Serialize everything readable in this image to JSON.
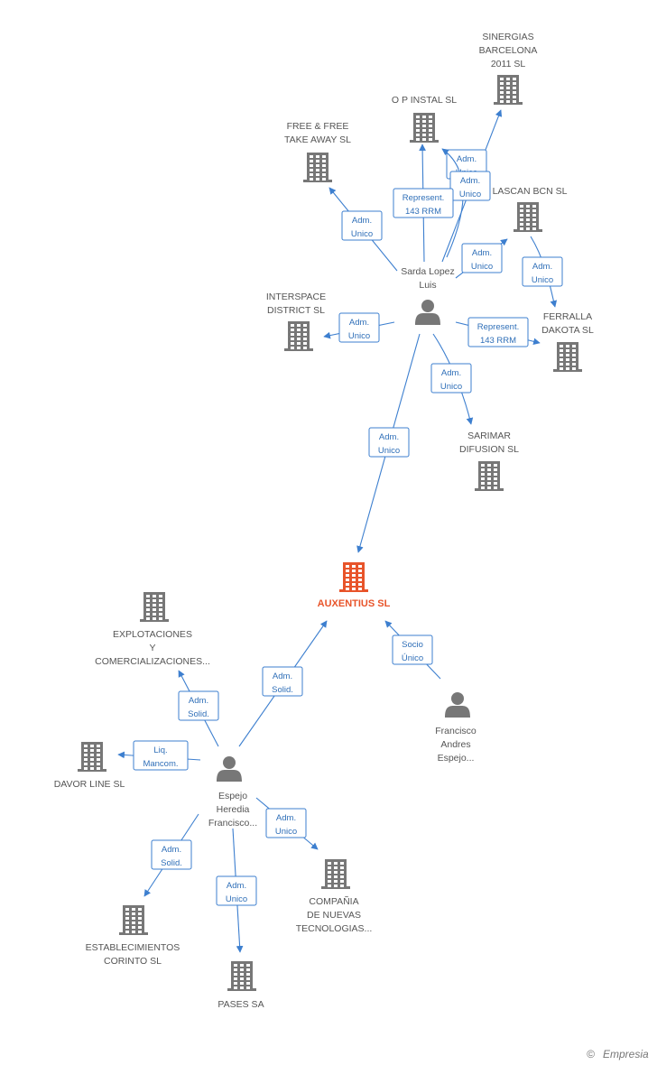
{
  "colors": {
    "company": "#777777",
    "focus": "#e8542a",
    "person": "#777777",
    "edge": "#3d7fcf"
  },
  "nodes": [
    {
      "id": "sinergias",
      "type": "company",
      "label_lines": [
        "SINERGIAS",
        "BARCELONA",
        "2011 SL"
      ]
    },
    {
      "id": "opinstal",
      "type": "company",
      "label_lines": [
        "O P INSTAL SL"
      ]
    },
    {
      "id": "freefree",
      "type": "company",
      "label_lines": [
        "FREE & FREE",
        "TAKE AWAY SL"
      ]
    },
    {
      "id": "lascan",
      "type": "company",
      "label_lines": [
        "LASCAN BCN SL"
      ]
    },
    {
      "id": "sarda",
      "type": "person",
      "label_lines": [
        "Sarda Lopez",
        "Luis"
      ]
    },
    {
      "id": "interspace",
      "type": "company",
      "label_lines": [
        "INTERSPACE",
        "DISTRICT SL"
      ]
    },
    {
      "id": "ferralla",
      "type": "company",
      "label_lines": [
        "FERRALLA",
        "DAKOTA SL"
      ]
    },
    {
      "id": "sarimar",
      "type": "company",
      "label_lines": [
        "SARIMAR",
        "DIFUSION SL"
      ]
    },
    {
      "id": "auxentius",
      "type": "focus",
      "label_lines": [
        "AUXENTIUS SL"
      ]
    },
    {
      "id": "explotaciones",
      "type": "company",
      "label_lines": [
        "EXPLOTACIONES",
        "Y",
        "COMERCIALIZACIONES..."
      ]
    },
    {
      "id": "francisco",
      "type": "person",
      "label_lines": [
        "Francisco",
        "Andres",
        "Espejo..."
      ]
    },
    {
      "id": "davor",
      "type": "company",
      "label_lines": [
        "DAVOR LINE SL"
      ]
    },
    {
      "id": "espejo",
      "type": "person",
      "label_lines": [
        "Espejo",
        "Heredia",
        "Francisco..."
      ]
    },
    {
      "id": "compania",
      "type": "company",
      "label_lines": [
        "COMPAÑIA",
        "DE NUEVAS",
        "TECNOLOGIAS..."
      ]
    },
    {
      "id": "corinto",
      "type": "company",
      "label_lines": [
        "ESTABLECIMIENTOS",
        "CORINTO SL"
      ]
    },
    {
      "id": "pases",
      "type": "company",
      "label_lines": [
        "PASES SA"
      ]
    }
  ],
  "edges": [
    {
      "id": "e-sarda-sinergias",
      "label_lines": [
        "Adm.",
        "Unico"
      ]
    },
    {
      "id": "e-sarda-opinstal-2",
      "label_lines": [
        "Adm.",
        "Unico"
      ]
    },
    {
      "id": "e-sarda-opinstal",
      "label_lines": [
        "Represent.",
        "143 RRM"
      ]
    },
    {
      "id": "e-sarda-freefree",
      "label_lines": [
        "Adm.",
        "Unico"
      ]
    },
    {
      "id": "e-sarda-lascan",
      "label_lines": [
        "Adm.",
        "Unico"
      ]
    },
    {
      "id": "e-sarda-ferralla-adm",
      "label_lines": [
        "Adm.",
        "Unico"
      ]
    },
    {
      "id": "e-sarda-interspace",
      "label_lines": [
        "Adm.",
        "Unico"
      ]
    },
    {
      "id": "e-sarda-ferralla-rep",
      "label_lines": [
        "Represent.",
        "143 RRM"
      ]
    },
    {
      "id": "e-sarda-sarimar",
      "label_lines": [
        "Adm.",
        "Unico"
      ]
    },
    {
      "id": "e-sarda-auxentius",
      "label_lines": [
        "Adm.",
        "Unico"
      ]
    },
    {
      "id": "e-francisco-auxentius",
      "label_lines": [
        "Socio",
        "Único"
      ]
    },
    {
      "id": "e-espejo-auxentius",
      "label_lines": [
        "Adm.",
        "Solid."
      ]
    },
    {
      "id": "e-espejo-explotaciones",
      "label_lines": [
        "Adm.",
        "Solid."
      ]
    },
    {
      "id": "e-espejo-davor",
      "label_lines": [
        "Liq.",
        "Mancom."
      ]
    },
    {
      "id": "e-espejo-compania",
      "label_lines": [
        "Adm.",
        "Unico"
      ]
    },
    {
      "id": "e-espejo-corinto",
      "label_lines": [
        "Adm.",
        "Solid."
      ]
    },
    {
      "id": "e-espejo-pases",
      "label_lines": [
        "Adm.",
        "Unico"
      ]
    }
  ],
  "watermark": {
    "symbol": "©",
    "brand": "Empresia"
  }
}
